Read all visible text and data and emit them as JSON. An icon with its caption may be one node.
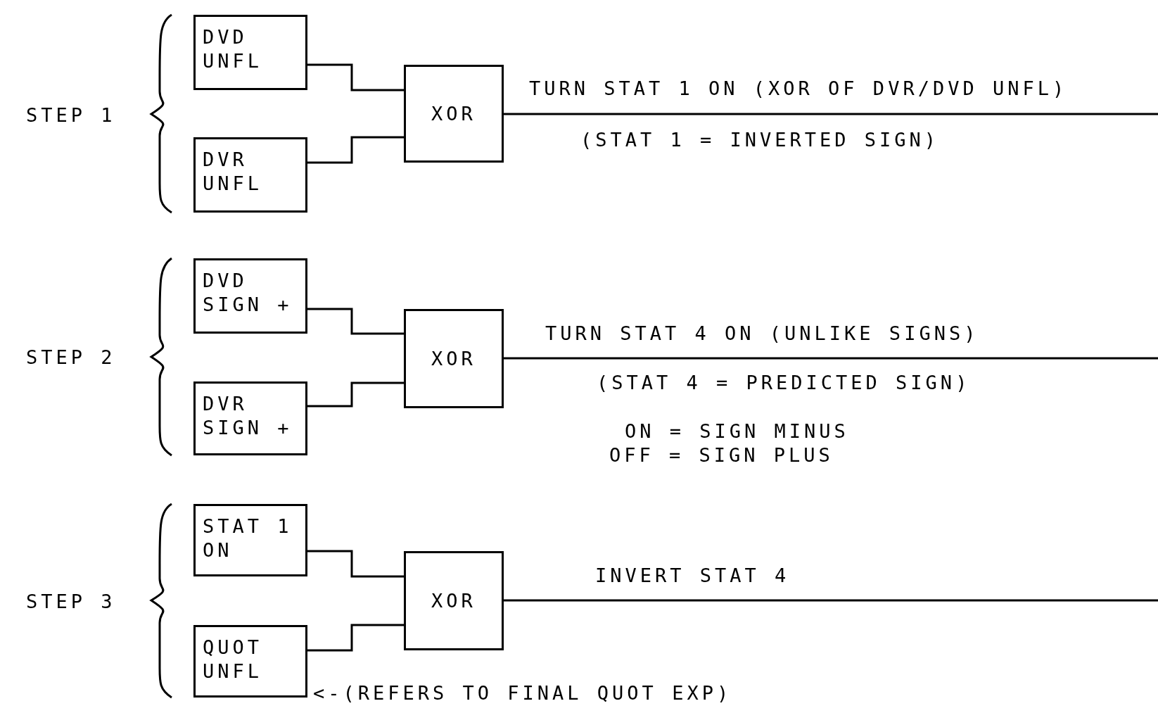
{
  "diagram": {
    "nodes": [
      {
        "text": [
          "DVD UNFL"
        ]
      },
      {
        "text": [
          "DVR UNFL"
        ]
      },
      {
        "text": [
          "XOR"
        ]
      },
      {
        "text": [
          "DVD SIGN +"
        ]
      },
      {
        "text": [
          "DVR SIGN +"
        ]
      },
      {
        "text": [
          "XOR"
        ]
      },
      {
        "text": [
          "STAT 1 ON"
        ]
      },
      {
        "text": [
          "QUOT UNFL"
        ],
        "beside": [
          "<-(REFERS TO FINAL QUOT EXP)"
        ]
      },
      {
        "text": [
          "XOR"
        ]
      }
    ],
    "edges": [
      {
        "from": 0,
        "to": 2,
        "arrow": "none"
      },
      {
        "from": 1,
        "to": 2,
        "arrow": "none"
      },
      {
        "from": 2,
        "to": null,
        "arrow": "none",
        "label": "TURN STAT 1 ON (XOR OF DVR/DVD UNFL)"
      },
      {
        "from": 3,
        "to": 5,
        "arrow": "none"
      },
      {
        "from": 4,
        "to": 5,
        "arrow": "none"
      },
      {
        "from": 5,
        "to": null,
        "arrow": "none",
        "label": "TURN STAT 4 ON (UNLIKE SIGNS)"
      },
      {
        "from": 6,
        "to": 8,
        "arrow": "none"
      },
      {
        "from": 7,
        "to": 8,
        "arrow": "none"
      },
      {
        "from": 8,
        "to": null,
        "arrow": "none",
        "label": "INVERT STAT 4"
      }
    ],
    "labels": [
      "STEP 1",
      "(STAT 1 = INVERTED SIGN)",
      "STEP 2",
      "(STAT 4 = PREDICTED SIGN)",
      "ON = SIGN MINUS",
      "OFF = SIGN PLUS",
      "STEP 3"
    ]
  }
}
